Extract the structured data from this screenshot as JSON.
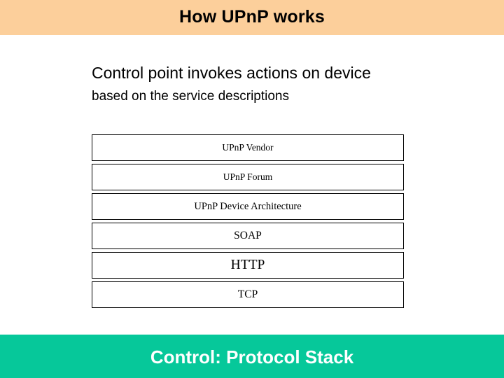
{
  "slide": {
    "header": {
      "title": "How UPnP works",
      "band_color": "#fccf9b",
      "text_color": "#000000"
    },
    "body": {
      "line1": "Control point invokes actions on device",
      "line2": "based on the service descriptions"
    },
    "protocol_stack": {
      "layers": [
        {
          "label": "UPnP Vendor"
        },
        {
          "label": "UPnP Forum"
        },
        {
          "label": "UPnP Device Architecture"
        },
        {
          "label": "SOAP"
        },
        {
          "label": "HTTP"
        },
        {
          "label": "TCP"
        }
      ],
      "border_color": "#000000",
      "fill_color": "#ffffff"
    },
    "footer": {
      "title": "Control: Protocol Stack",
      "band_color": "#06c89a",
      "text_color": "#ffffff"
    }
  }
}
